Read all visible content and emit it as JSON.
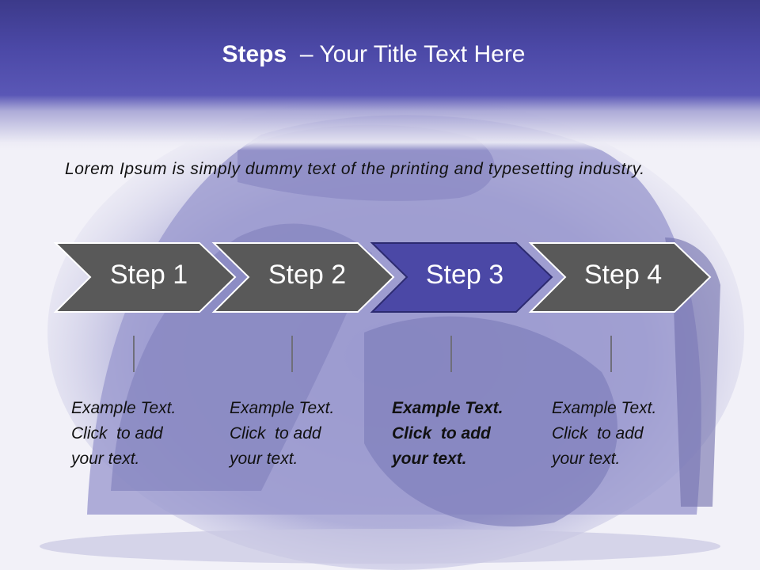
{
  "title": {
    "bold": "Steps",
    "rest": "– Your Title Text Here"
  },
  "subtitle": "Lorem Ipsum is simply dummy text of the printing and typesetting industry.",
  "colors": {
    "header": "#4b48a6",
    "chevron_default": "#595959",
    "chevron_active": "#4b48a6",
    "chevron_outline": "#ffffff"
  },
  "steps": [
    {
      "label": "Step 1",
      "active": false,
      "lines": [
        "Example Text.",
        "Click  to add",
        "your text."
      ]
    },
    {
      "label": "Step 2",
      "active": false,
      "lines": [
        "Example Text.",
        "Click  to add",
        "your text."
      ]
    },
    {
      "label": "Step 3",
      "active": true,
      "lines": [
        "Example Text.",
        "Click  to add",
        "your text."
      ]
    },
    {
      "label": "Step 4",
      "active": false,
      "lines": [
        "Example Text.",
        "Click  to add",
        "your text."
      ]
    }
  ]
}
